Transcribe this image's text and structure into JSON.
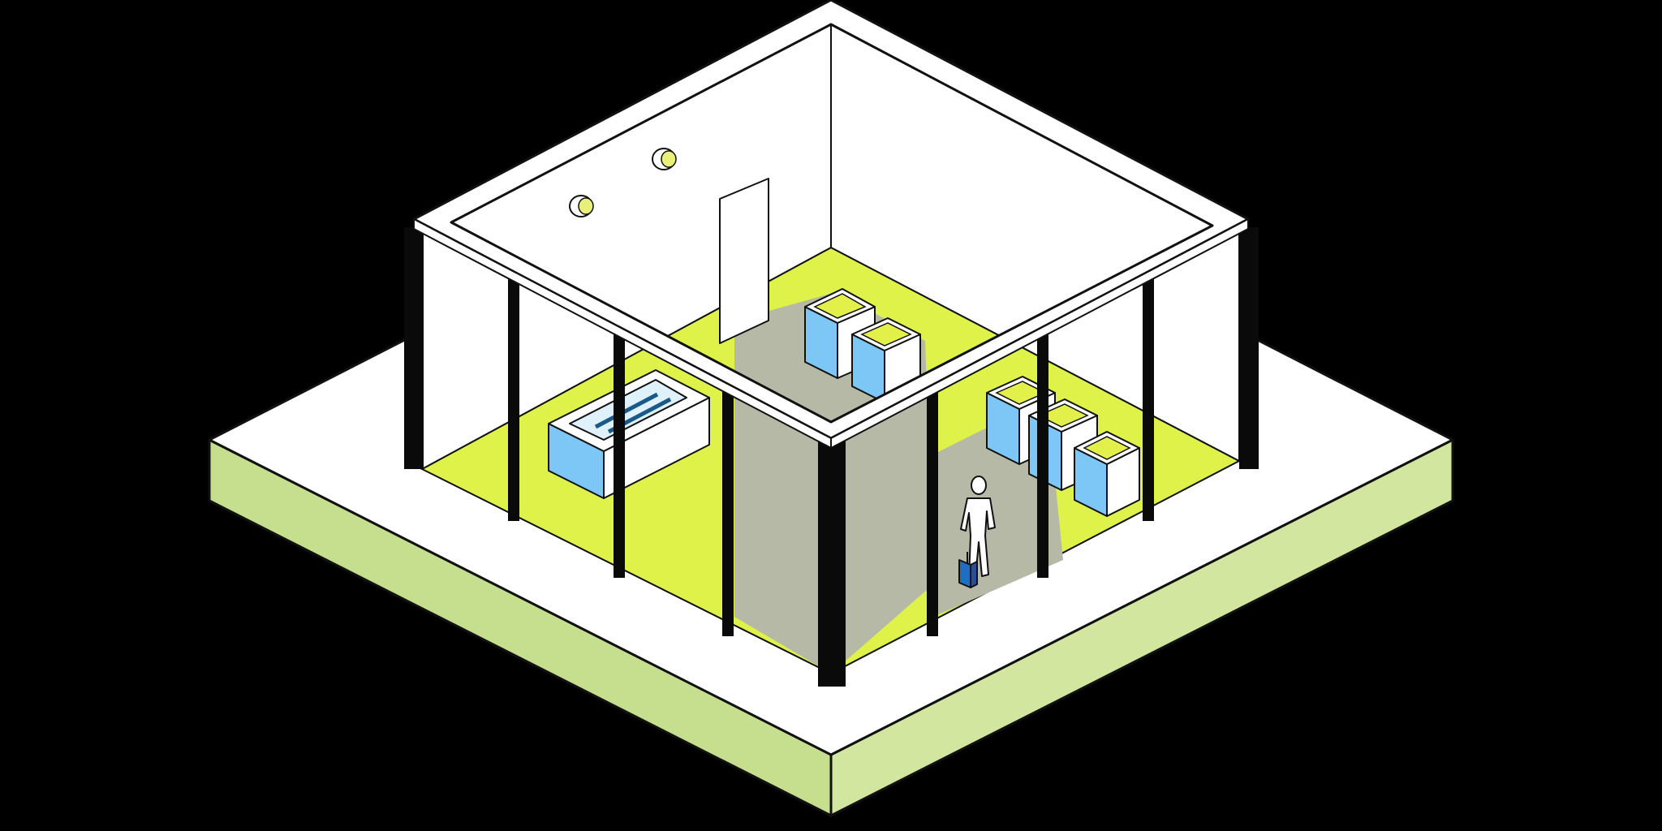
{
  "scene": {
    "type": "isometric-room-illustration",
    "text_labels": [],
    "colors": {
      "background": "#000000",
      "plinth_top": "#ffffff",
      "plinth_side": "#c6df8f",
      "floor_lime": "#def24a",
      "floor_gray": "#b6b9a6",
      "wall": "#ffffff",
      "column": "#0a0a0a",
      "cabinet_blue": "#7cc7f5",
      "cabinet_lid": "#e3f04a",
      "light_fixture": "#e8f07a"
    },
    "objects": [
      "plinth",
      "floor",
      "walls",
      "roof-rim",
      "ceiling-lights",
      "door-panel",
      "columns",
      "desk",
      "cabinets",
      "person",
      "luggage"
    ]
  }
}
